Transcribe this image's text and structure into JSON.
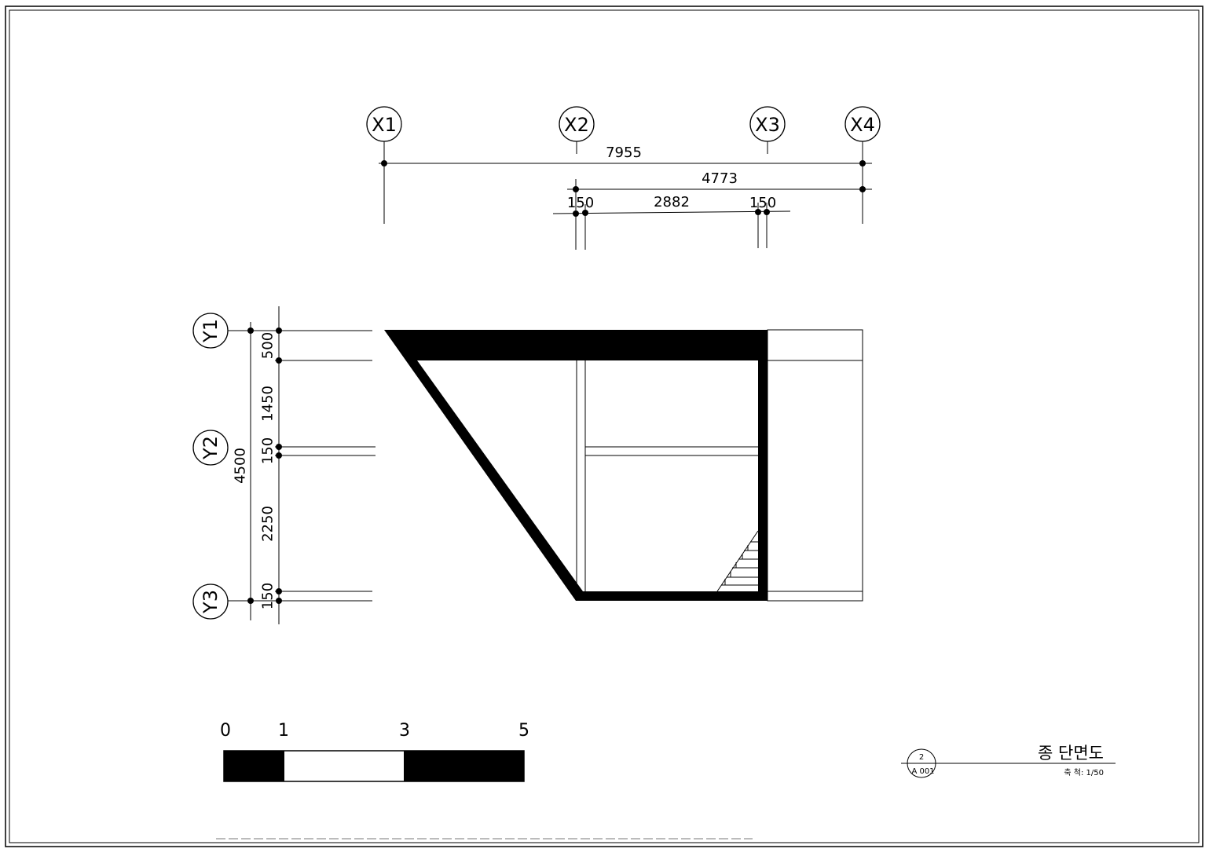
{
  "grid": {
    "x_labels": [
      "X1",
      "X2",
      "X3",
      "X4"
    ],
    "y_labels": [
      "Y1",
      "Y2",
      "Y3"
    ]
  },
  "dimensions": {
    "horizontal": {
      "total": "7955",
      "x2_x4": "4773",
      "wall_left": "150",
      "span": "2882",
      "wall_right": "150"
    },
    "vertical": {
      "total": "4500",
      "seg1": "500",
      "seg2": "1450",
      "seg3": "150",
      "seg4": "2250",
      "seg5": "150"
    }
  },
  "scale_bar": {
    "labels": [
      "0",
      "1",
      "3",
      "5"
    ]
  },
  "title_block": {
    "drawing_number": "2",
    "sheet_number": "A 001",
    "title": "종 단면도",
    "scale_text": "축 척: 1/50"
  }
}
